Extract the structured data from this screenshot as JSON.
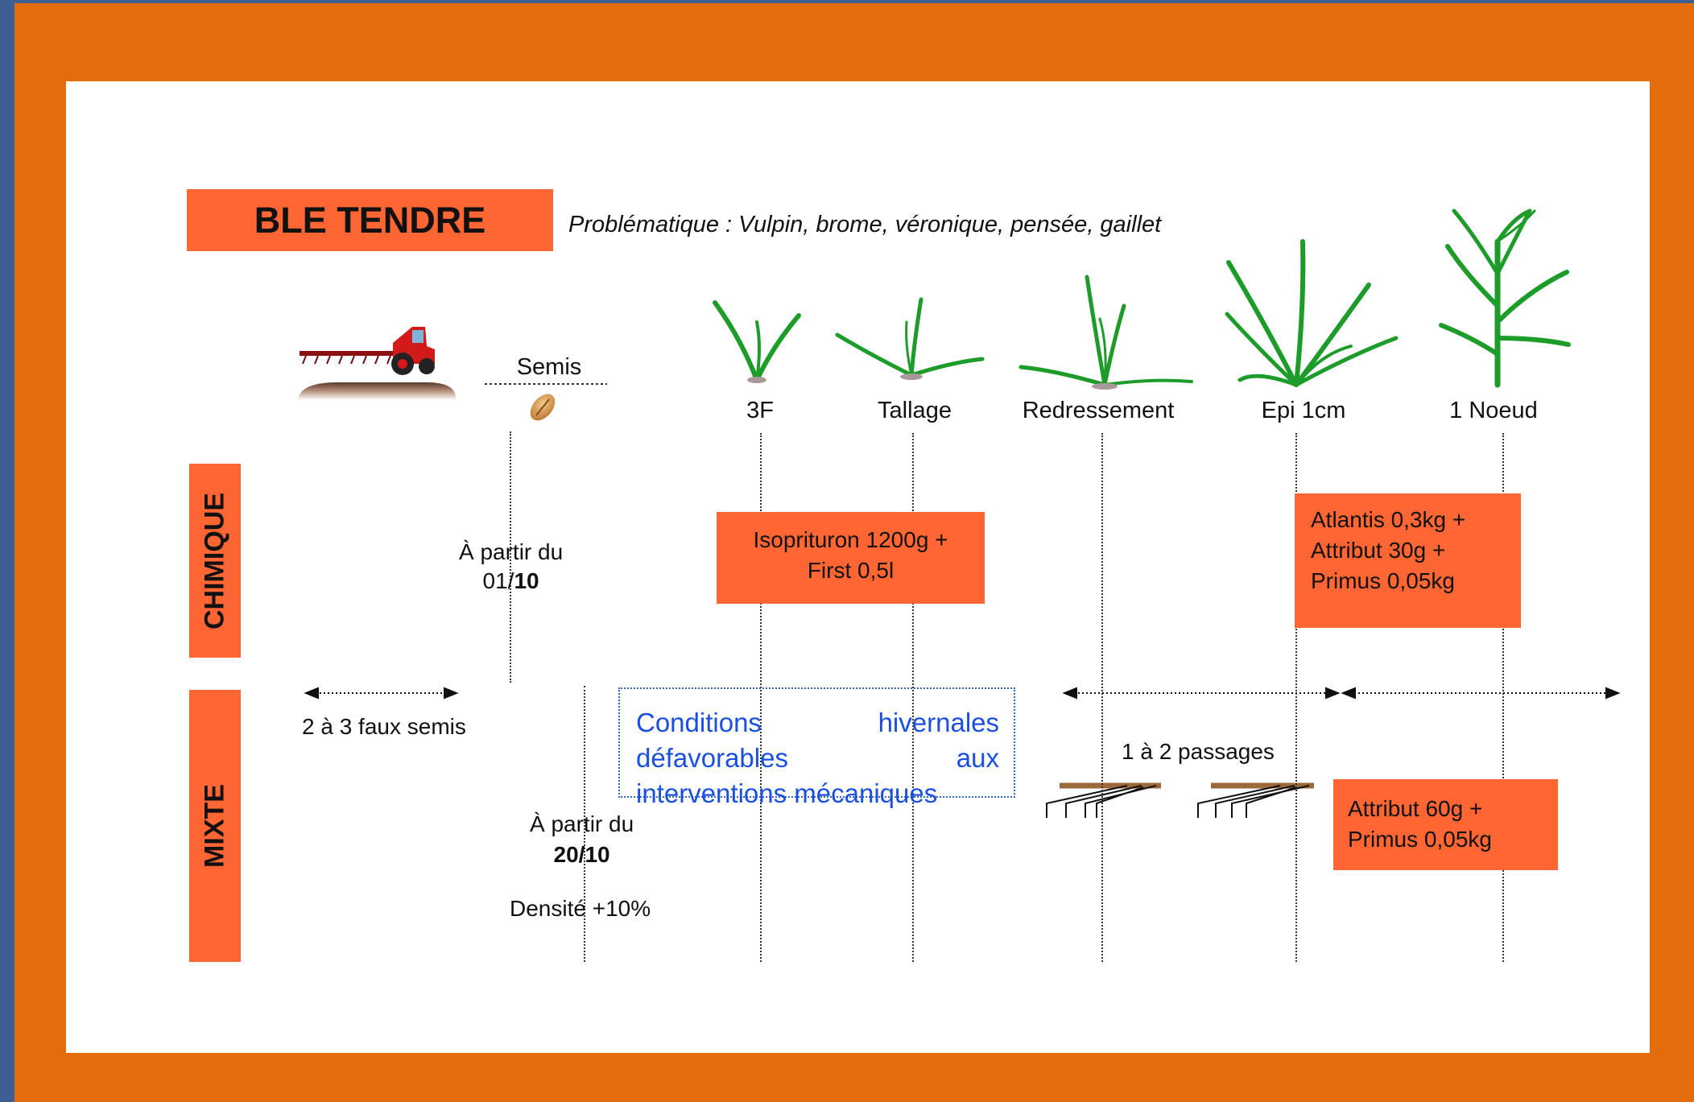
{
  "header": {
    "title": "BLE TENDRE",
    "problematique": "Problématique : Vulpin, brome, véronique, pensée, gaillet"
  },
  "stages": {
    "semis": "Semis",
    "s3f": "3F",
    "tallage": "Tallage",
    "redressement": "Redressement",
    "epi": "Epi 1cm",
    "noeud": "1 Noeud"
  },
  "sections": {
    "chimique": "CHIMIQUE",
    "mixte": "MIXTE"
  },
  "chimique": {
    "date_prefix": "À partir du",
    "date_day": "01/",
    "date_month": "10",
    "box1_line1": "Isoprituron 1200g +",
    "box1_line2": "First 0,5l",
    "box2_line1": "Atlantis 0,3kg +",
    "box2_line2": "Attribut 30g +",
    "box2_line3": "Primus 0,05kg"
  },
  "mixte": {
    "faux_semis": "2 à 3 faux semis",
    "conditions_line1": "Conditions hivernales",
    "conditions_line2": "défavorables aux",
    "conditions_line3": "interventions mécaniques",
    "passages": "1 à 2 passages",
    "date_prefix": "À partir du",
    "date_day": "20/",
    "date_month": "10",
    "densite": "Densité +10%",
    "box_line1": "Attribut 60g +",
    "box_line2": "Primus 0,05kg"
  },
  "colors": {
    "background": "#e46c0a",
    "box": "#ff6633",
    "plant": "#1e9c2a",
    "conditions_text": "#1a4fe0"
  }
}
